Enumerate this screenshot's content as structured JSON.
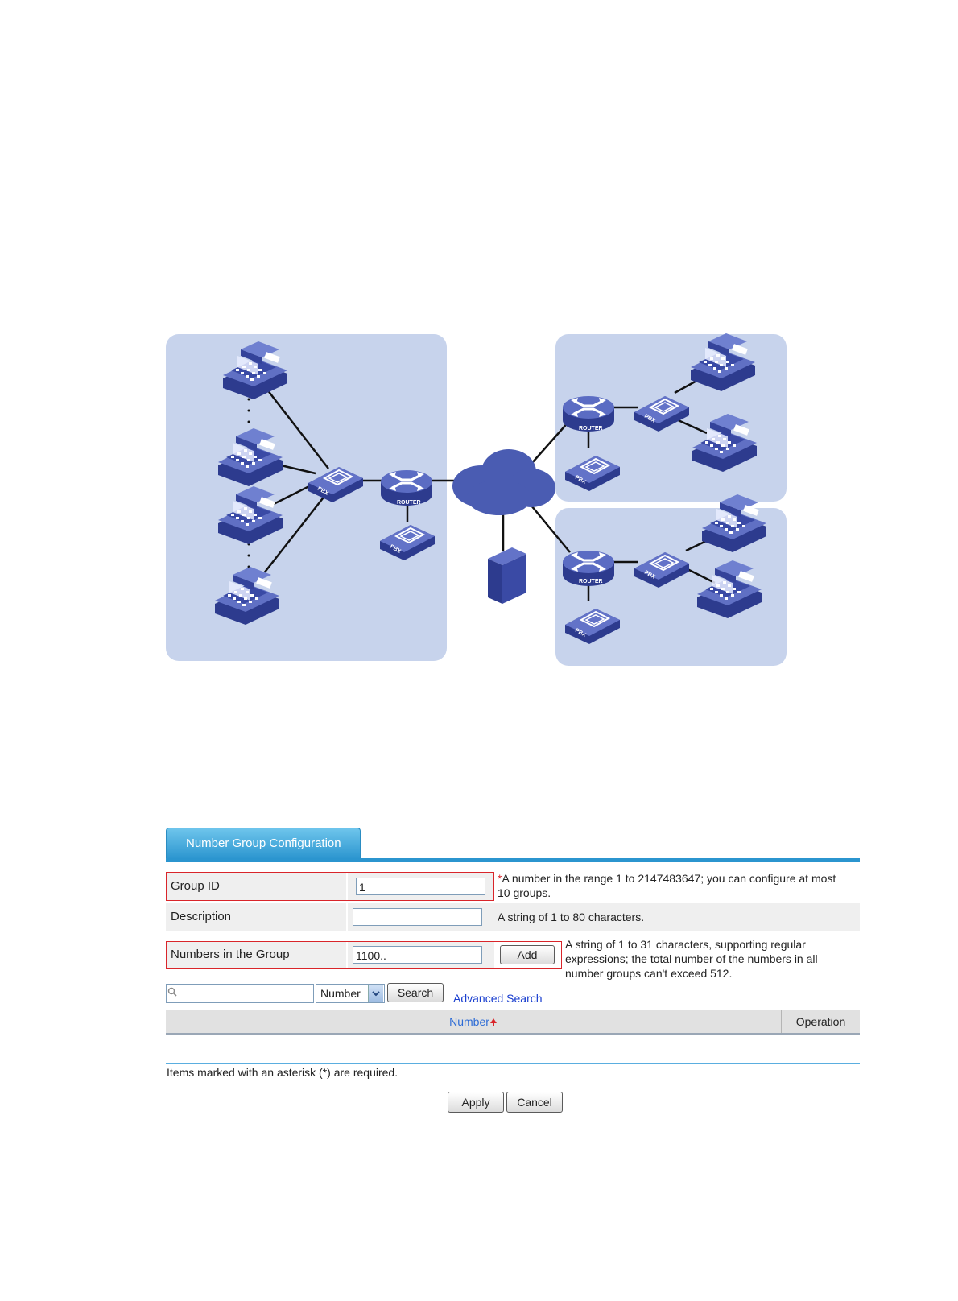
{
  "diagram": {
    "router_label": "ROUTER",
    "pbx_label": "PBX"
  },
  "form": {
    "tab_title": "Number Group Configuration",
    "group_id": {
      "label": "Group ID",
      "value": "1",
      "hint_star": "*",
      "hint_line1": "A number in the range 1 to 2147483647; you can configure at most",
      "hint_line2": "10 groups."
    },
    "description": {
      "label": "Description",
      "value": "",
      "hint": "A string of 1 to 80 characters."
    },
    "numbers": {
      "label": "Numbers in the Group",
      "value": "1100..",
      "add_button": "Add",
      "hint_line1": "A string of 1 to 31 characters, supporting regular",
      "hint_line2": "expressions; the total number of the numbers in all",
      "hint_line3": "number groups can't exceed 512."
    },
    "search": {
      "query": "",
      "field_select": "Number",
      "search_button": "Search",
      "advanced_link": "Advanced Search"
    },
    "table": {
      "columns": [
        "Number",
        "Operation"
      ],
      "sort_indicator": "up-arrow-icon"
    },
    "required_note": "Items marked with an asterisk (*) are required.",
    "apply_button": "Apply",
    "cancel_button": "Cancel"
  },
  "colors": {
    "panel": "#c7d3ec",
    "device": "#4a5cb2",
    "tab": "#2b95cf",
    "required": "#d9252a",
    "link": "#1a3fcf"
  }
}
